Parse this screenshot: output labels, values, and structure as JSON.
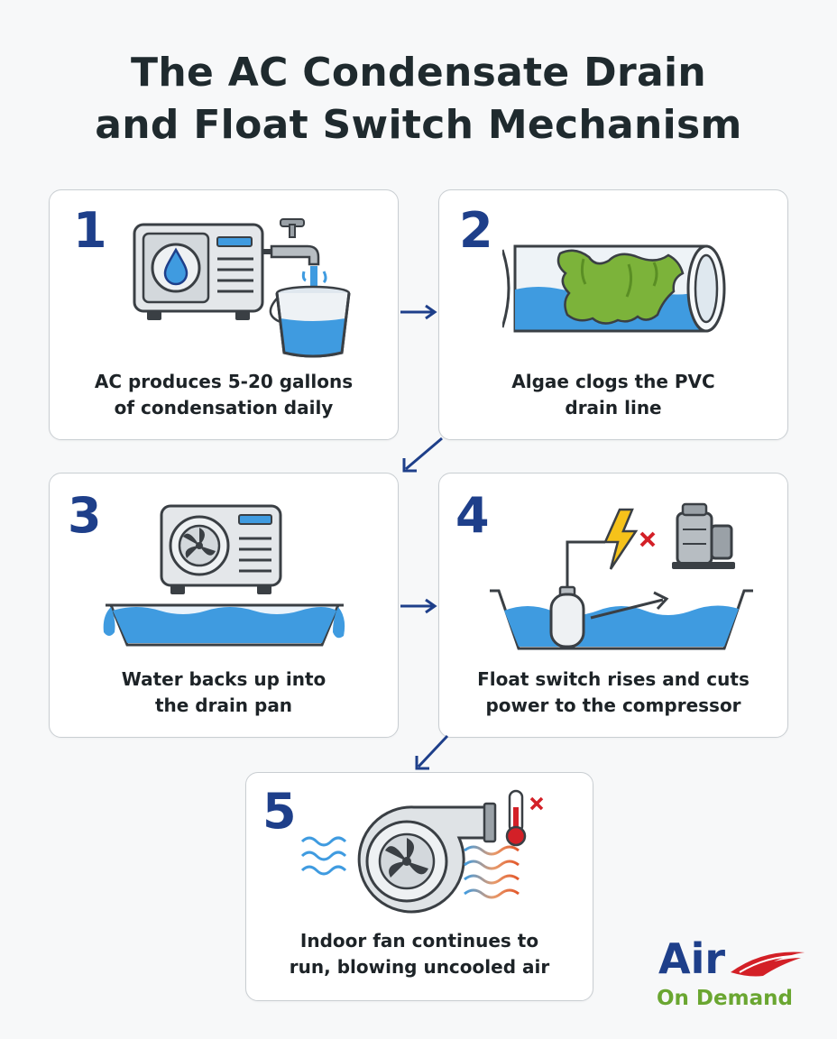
{
  "title": {
    "line1": "The AC Condensate Drain",
    "line2": "and Float Switch Mechanism"
  },
  "steps": [
    {
      "number": "1",
      "caption_line1": "AC produces 5-20 gallons",
      "caption_line2": "of condensation daily",
      "icon": "ac-unit-with-faucet-and-bucket-icon"
    },
    {
      "number": "2",
      "caption_line1": "Algae clogs the PVC",
      "caption_line2": "drain line",
      "icon": "clogged-pipe-icon"
    },
    {
      "number": "3",
      "caption_line1": "Water backs up into",
      "caption_line2": "the drain pan",
      "icon": "overflowing-drain-pan-icon"
    },
    {
      "number": "4",
      "caption_line1": "Float switch rises and cuts",
      "caption_line2": "power to the compressor",
      "icon": "float-switch-cutting-power-icon"
    },
    {
      "number": "5",
      "caption_line1": "Indoor fan continues to",
      "caption_line2": "run, blowing uncooled air",
      "icon": "blower-fan-warm-air-icon"
    }
  ],
  "logo": {
    "line1": "Air",
    "line2": "On Demand"
  },
  "colors": {
    "accent_navy": "#1e3f8a",
    "water_blue": "#3f9be0",
    "algae_green": "#7cb33a",
    "logo_red": "#d32027",
    "logo_green": "#6aa631"
  }
}
